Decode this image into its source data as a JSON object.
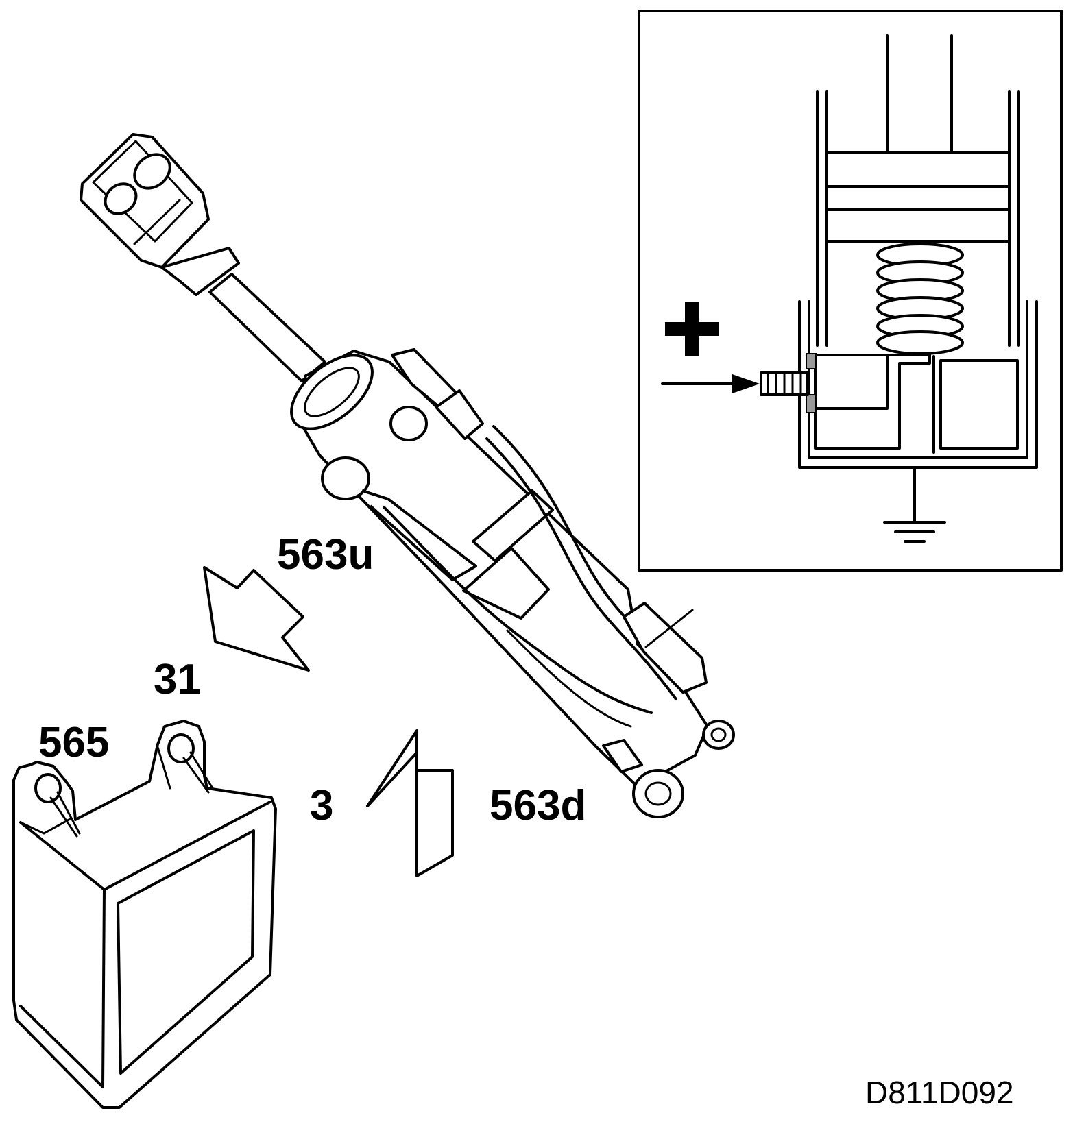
{
  "labels": {
    "upper_wire": "563u",
    "lower_wire": "563d",
    "ground_terminal": "31",
    "left_terminal": "565",
    "center_terminal": "3",
    "plus_sign": "+"
  },
  "figure_code": "D811D092",
  "icons": [
    "arrow-icon",
    "ground-symbol-icon",
    "plus-icon"
  ],
  "colors": {
    "line": "#000000",
    "background": "#ffffff"
  }
}
